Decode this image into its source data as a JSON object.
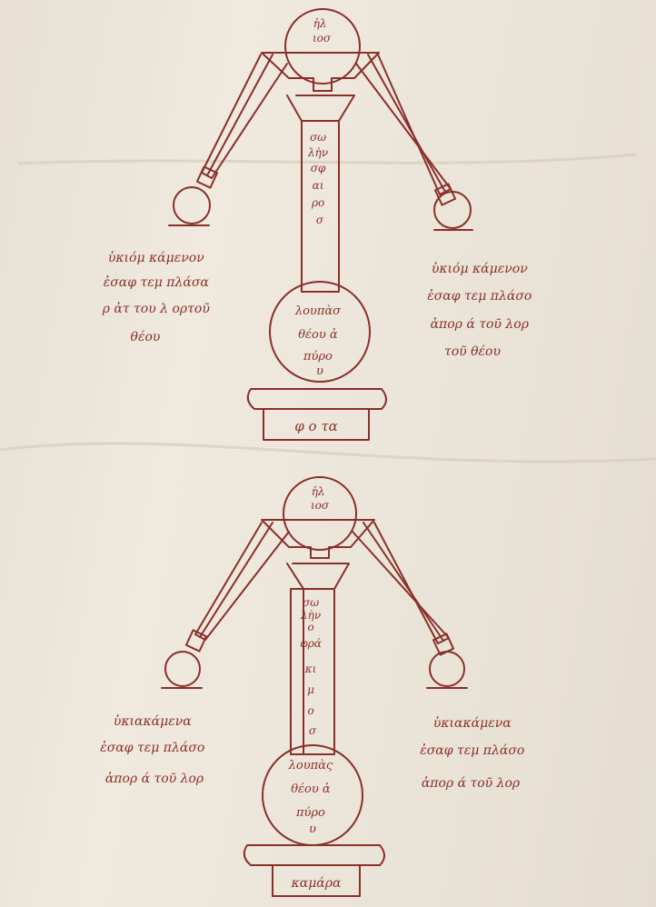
{
  "diagram_top": {
    "top_circle": [
      "ἡλ",
      "ιοσ"
    ],
    "column": [
      "σω",
      "λὴν",
      "σφ",
      "αι",
      "ρο",
      "σ"
    ],
    "left_label": [
      "ὑκιόμ κάμενον",
      "ἐσαφ τεμ πλάσα",
      "ρ ἀτ του λ ορτοῦ",
      "θέου"
    ],
    "right_label": [
      "ὑκιόμ κάμενον",
      "ἐσαφ τεμ πλάσο",
      "ἀπορ ά τοῦ λορ",
      "τοῦ θέου"
    ],
    "bottom_circle": [
      "λουπὰσ",
      "θέου ἀ",
      "πύρο",
      "υ"
    ],
    "base_label": "φ ο τα"
  },
  "diagram_bottom": {
    "top_circle": [
      "ἡλ",
      "ιοσ"
    ],
    "column": [
      "σω",
      "λὴν",
      "ο",
      "φρά",
      "κι",
      "μ",
      "ο",
      "σ"
    ],
    "left_label": [
      "ὑκιακάμενα",
      "ἐσαφ τεμ πλάσο",
      "ἀπορ ά τοῦ λορ"
    ],
    "right_label": [
      "ὑκιακάμενα",
      "ἐσαφ τεμ πλάσο",
      "ἀπορ ά τοῦ λορ"
    ],
    "bottom_circle": [
      "λουπὰς",
      "θέου ἀ",
      "πύρο",
      "υ"
    ],
    "base_label": "καμάρα"
  }
}
